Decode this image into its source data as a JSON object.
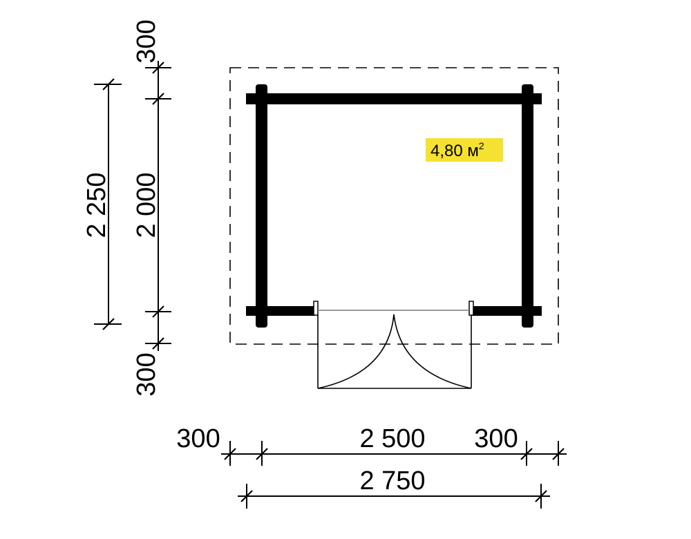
{
  "plan": {
    "area": {
      "value": "4,80 м",
      "sup": "2",
      "highlight": "#f5e132"
    },
    "dims": {
      "left_total": "2 250",
      "left_inner": "2 000",
      "left_top_overhang": "300",
      "left_bottom_overhang": "300",
      "bottom_left_overhang": "300",
      "bottom_inner": "2 500",
      "bottom_right_overhang": "300",
      "bottom_total": "2 750"
    },
    "colors": {
      "wall": "#000000",
      "line": "#000000"
    }
  }
}
